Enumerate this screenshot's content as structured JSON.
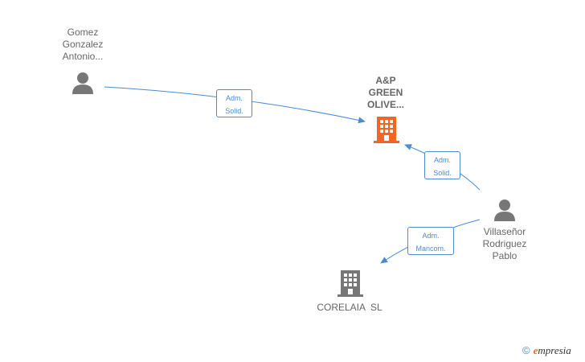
{
  "colors": {
    "edge": "#4a8bd6",
    "focus_company": "#f26522",
    "company": "#777777",
    "person": "#777777",
    "label_text": "#666666"
  },
  "nodes": {
    "gomez": {
      "label": "Gomez\nGonzalez\nAntonio...",
      "icon": "person-icon"
    },
    "ap_green": {
      "label": "A&P\nGREEN\nOLIVE...",
      "icon": "building-icon"
    },
    "villasenor": {
      "label": "Villaseñor\nRodriguez\nPablo",
      "icon": "person-icon"
    },
    "corelaia": {
      "label": "CORELAIA  SL",
      "icon": "building-icon"
    }
  },
  "edges": {
    "gomez_to_ap": {
      "label": "Adm.\nSolid."
    },
    "villasenor_to_ap": {
      "label": "Adm.\nSolid."
    },
    "villasenor_to_corelaia": {
      "label": "Adm.\nMancom."
    }
  },
  "brand": {
    "copyright": "©",
    "initial": "e",
    "rest": "mpresia"
  }
}
